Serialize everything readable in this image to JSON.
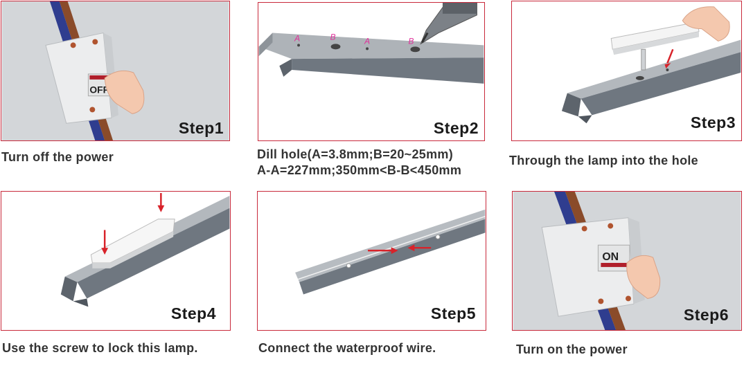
{
  "steps": [
    {
      "label": "Step1",
      "caption": "Turn off the power"
    },
    {
      "label": "Step2",
      "caption_line1": "Dill hole(A=3.8mm;B=20~25mm)",
      "caption_line2": "A-A=227mm;350mm<B-B<450mm"
    },
    {
      "label": "Step3",
      "caption": "Through the lamp into the hole"
    },
    {
      "label": "Step4",
      "caption": "Use the screw to lock this lamp."
    },
    {
      "label": "Step5",
      "caption": "Connect the waterproof wire."
    },
    {
      "label": "Step6",
      "caption": "Turn on the power"
    }
  ],
  "switch_text": {
    "off": "OFF",
    "on": "ON"
  },
  "hole_marks": {
    "a": "A",
    "b": "B"
  },
  "colors": {
    "border": "#c8283a",
    "arrow": "#d8232a",
    "mark": "#e0309a",
    "channel": "#6f7780"
  }
}
